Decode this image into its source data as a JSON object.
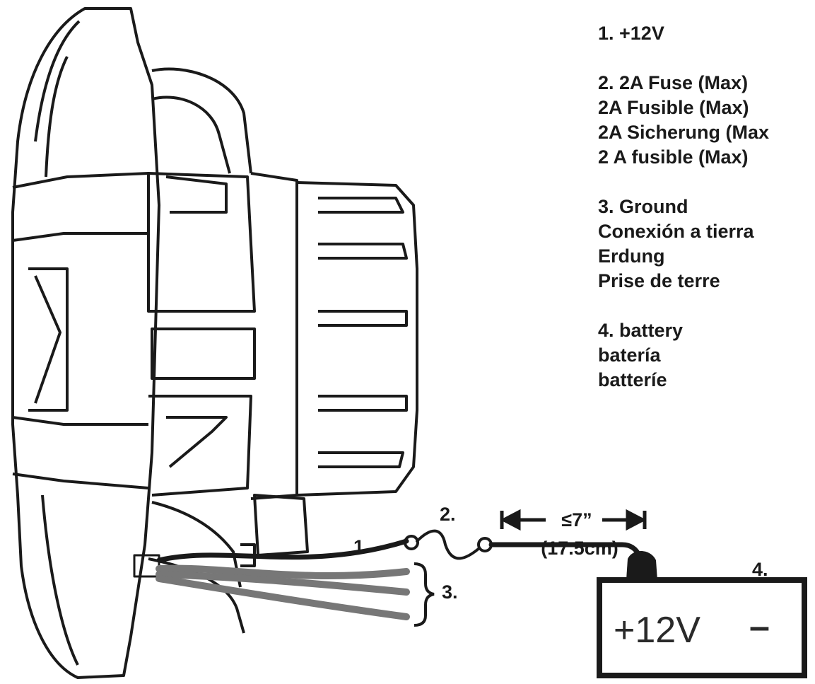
{
  "legend": {
    "item1": {
      "lines": [
        "1. +12V"
      ]
    },
    "item2": {
      "lines": [
        "2. 2A Fuse (Max)",
        "2A Fusible (Max)",
        "2A Sicherung (Max",
        "2 A fusible (Max)"
      ]
    },
    "item3": {
      "lines": [
        "3. Ground",
        "Conexión a tierra",
        "Erdung",
        "Prise de terre"
      ]
    },
    "item4": {
      "lines": [
        "4. battery",
        "batería",
        "batteríe"
      ]
    }
  },
  "callouts": {
    "wire_label": "1.",
    "fuse_label": "2.",
    "ground_label": "3.",
    "battery_label": "4."
  },
  "measurement": {
    "max_length": "≤7”",
    "metric": "(17.5cm)"
  },
  "battery": {
    "positive": "+12V",
    "negative": "–"
  },
  "colors": {
    "ink": "#1a1a1a",
    "wire_red": "#c0392b",
    "wire_gray": "#8a8a8a"
  }
}
